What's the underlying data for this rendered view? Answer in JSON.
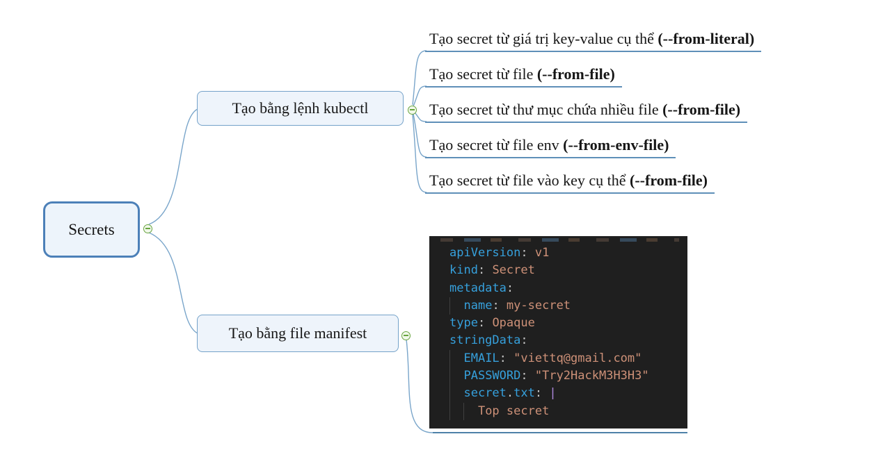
{
  "colors": {
    "line": "#79a5ca",
    "underline": "#5e8fb8",
    "code_underline": "#4e81a8",
    "root_border": "#4c80b8",
    "root_fill": "#edf4fb",
    "branch_border": "#74a2c9",
    "branch_fill": "#eef4fb",
    "collapse_green": "#68a43f",
    "collapse_fill": "#f1f8ea",
    "text": "#161616",
    "code_bg": "#1f1f1f",
    "code_key": "#36a0dc",
    "code_punc": "#c8c8c8",
    "code_value": "#ce9178",
    "code_pipe": "#ad87db",
    "code_guide": "#3f3f3f"
  },
  "root": {
    "label": "Secrets"
  },
  "branches": [
    {
      "label": "Tạo bằng lệnh kubectl"
    },
    {
      "label": "Tạo bằng file manifest"
    }
  ],
  "leaves": [
    {
      "text": "Tạo secret từ giá trị key-value cụ thể ",
      "flag": "(--from-literal)"
    },
    {
      "text": "Tạo secret từ file ",
      "flag": "(--from-file)"
    },
    {
      "text": "Tạo secret từ thư mục chứa nhiều file ",
      "flag": "(--from-file)"
    },
    {
      "text": "Tạo secret từ file env ",
      "flag": "(--from-env-file)"
    },
    {
      "text": "Tạo secret từ file vào key cụ thể ",
      "flag": "(--from-file)"
    }
  ],
  "code": {
    "lines": [
      {
        "guides": [],
        "tokens": [
          [
            "key",
            "apiVersion"
          ],
          [
            "punc",
            ":"
          ],
          [
            "val",
            " v1"
          ]
        ]
      },
      {
        "guides": [],
        "tokens": [
          [
            "key",
            "kind"
          ],
          [
            "punc",
            ":"
          ],
          [
            "val",
            " Secret"
          ]
        ]
      },
      {
        "guides": [],
        "tokens": [
          [
            "key",
            "metadata"
          ],
          [
            "punc",
            ":"
          ]
        ]
      },
      {
        "guides": [
          0
        ],
        "tokens": [
          [
            "plain",
            "  "
          ],
          [
            "key",
            "name"
          ],
          [
            "punc",
            ":"
          ],
          [
            "val",
            " my-secret"
          ]
        ]
      },
      {
        "guides": [],
        "tokens": [
          [
            "key",
            "type"
          ],
          [
            "punc",
            ":"
          ],
          [
            "val",
            " Opaque"
          ]
        ]
      },
      {
        "guides": [],
        "tokens": [
          [
            "key",
            "stringData"
          ],
          [
            "punc",
            ":"
          ]
        ]
      },
      {
        "guides": [
          0
        ],
        "tokens": [
          [
            "plain",
            "  "
          ],
          [
            "key",
            "EMAIL"
          ],
          [
            "punc",
            ":"
          ],
          [
            "val",
            " \"viettq@gmail.com\""
          ]
        ]
      },
      {
        "guides": [
          0
        ],
        "tokens": [
          [
            "plain",
            "  "
          ],
          [
            "key",
            "PASSWORD"
          ],
          [
            "punc",
            ":"
          ],
          [
            "val",
            " \"Try2HackM3H3H3\""
          ]
        ]
      },
      {
        "guides": [
          0
        ],
        "tokens": [
          [
            "plain",
            "  "
          ],
          [
            "key",
            "secret"
          ],
          [
            "punc",
            "."
          ],
          [
            "key",
            "txt"
          ],
          [
            "punc",
            ":"
          ],
          [
            "pipe",
            " |"
          ]
        ]
      },
      {
        "guides": [
          0,
          2
        ],
        "tokens": [
          [
            "plain",
            "    "
          ],
          [
            "val",
            "Top secret"
          ]
        ]
      }
    ]
  }
}
